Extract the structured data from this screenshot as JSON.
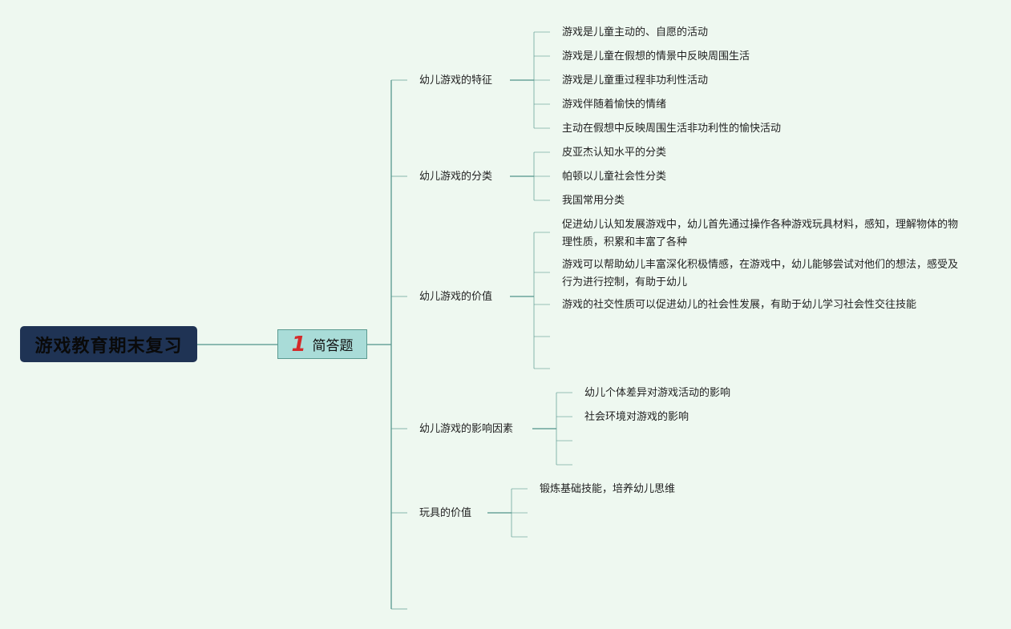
{
  "root": {
    "title": "游戏教育期末复习"
  },
  "section": {
    "number": "1",
    "label": "简答题"
  },
  "branches": [
    {
      "label": "幼儿游戏的特征",
      "items": [
        "游戏是儿童主动的、自愿的活动",
        "游戏是儿童在假想的情景中反映周围生活",
        "游戏是儿童重过程非功利性活动",
        "游戏伴随着愉快的情绪",
        "主动在假想中反映周围生活非功利性的愉快活动"
      ]
    },
    {
      "label": "幼儿游戏的分类",
      "items": [
        "皮亚杰认知水平的分类",
        "帕顿以儿童社会性分类",
        "我国常用分类"
      ]
    },
    {
      "label": "幼儿游戏的价值",
      "items": [
        "促进幼儿认知发展游戏中，幼儿首先通过操作各种游戏玩具材料，感知，理解物体的物理性质，积累和丰富了各种",
        "游戏可以帮助幼儿丰富深化积极情感，在游戏中，幼儿能够尝试对他们的想法，感受及行为进行控制，有助于幼儿",
        "游戏的社交性质可以促进幼儿的社会性发展，有助于幼儿学习社会性交往技能",
        "",
        ""
      ]
    },
    {
      "label": "幼儿游戏的影响因素",
      "items": [
        "幼儿个体差异对游戏活动的影响",
        "社会环境对游戏的影响",
        "",
        ""
      ]
    },
    {
      "label": "玩具的价值",
      "items": [
        "锻炼基础技能，培养幼儿思维",
        "",
        ""
      ]
    },
    {
      "label": "",
      "items": []
    }
  ],
  "colors": {
    "background": "#eef8f0",
    "line": "#5b9a90",
    "root_fill": "#1f3354",
    "section_fill": "#a9dcd8",
    "number_red": "#d42a2a"
  }
}
